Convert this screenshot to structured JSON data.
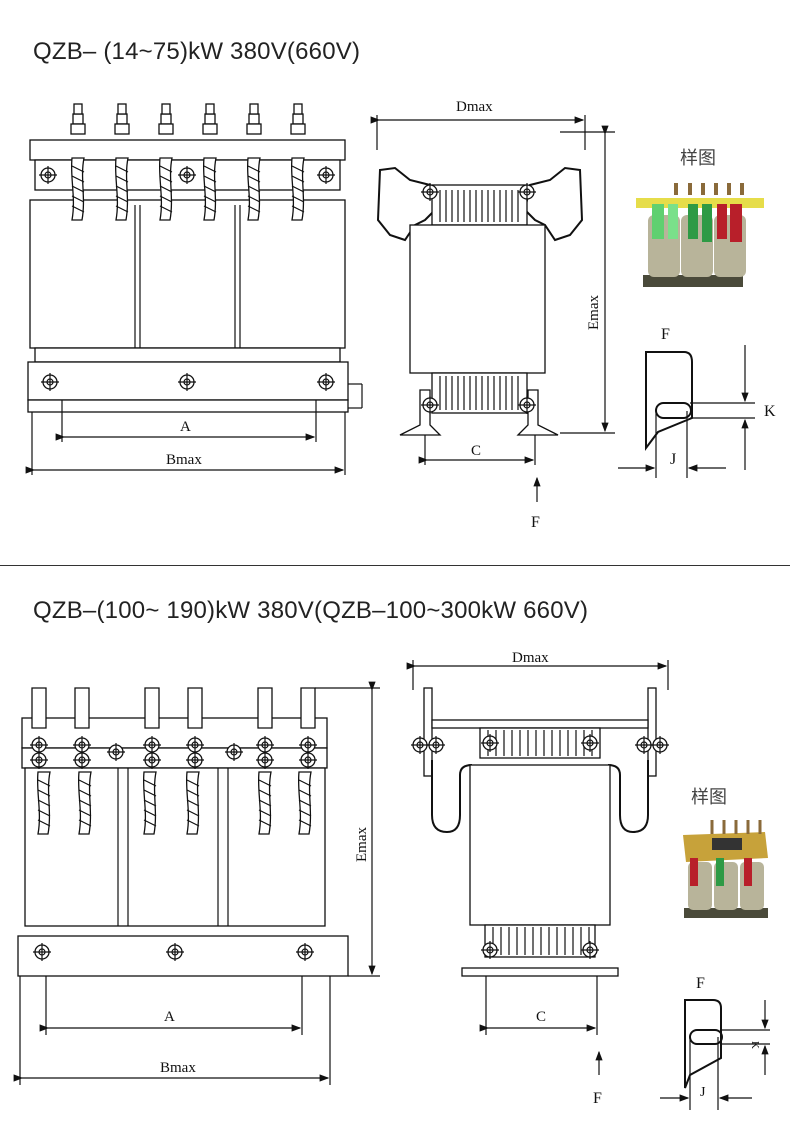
{
  "section1": {
    "title": "QZB– (14~75)kW 380V(660V)",
    "dims": {
      "dmax": "Dmax",
      "emax": "Emax",
      "a": "A",
      "bmax": "Bmax",
      "c": "C",
      "f": "F",
      "f_detail": "F",
      "j": "J",
      "k": "K"
    },
    "sample_label": "样图"
  },
  "section2": {
    "title": "QZB–(100~ 190)kW 380V(QZB–100~300kW 660V)",
    "dims": {
      "dmax": "Dmax",
      "emax": "Emax",
      "a": "A",
      "bmax": "Bmax",
      "c": "C",
      "f": "F",
      "f_detail": "F",
      "j": "J",
      "k": "K"
    },
    "sample_label": "样图"
  },
  "colors": {
    "line": "#111111",
    "coil_green": "#2e9a45",
    "coil_red": "#b81f2a",
    "coil_body": "#b8b49a",
    "bar_yellow": "#e6dd4a"
  }
}
